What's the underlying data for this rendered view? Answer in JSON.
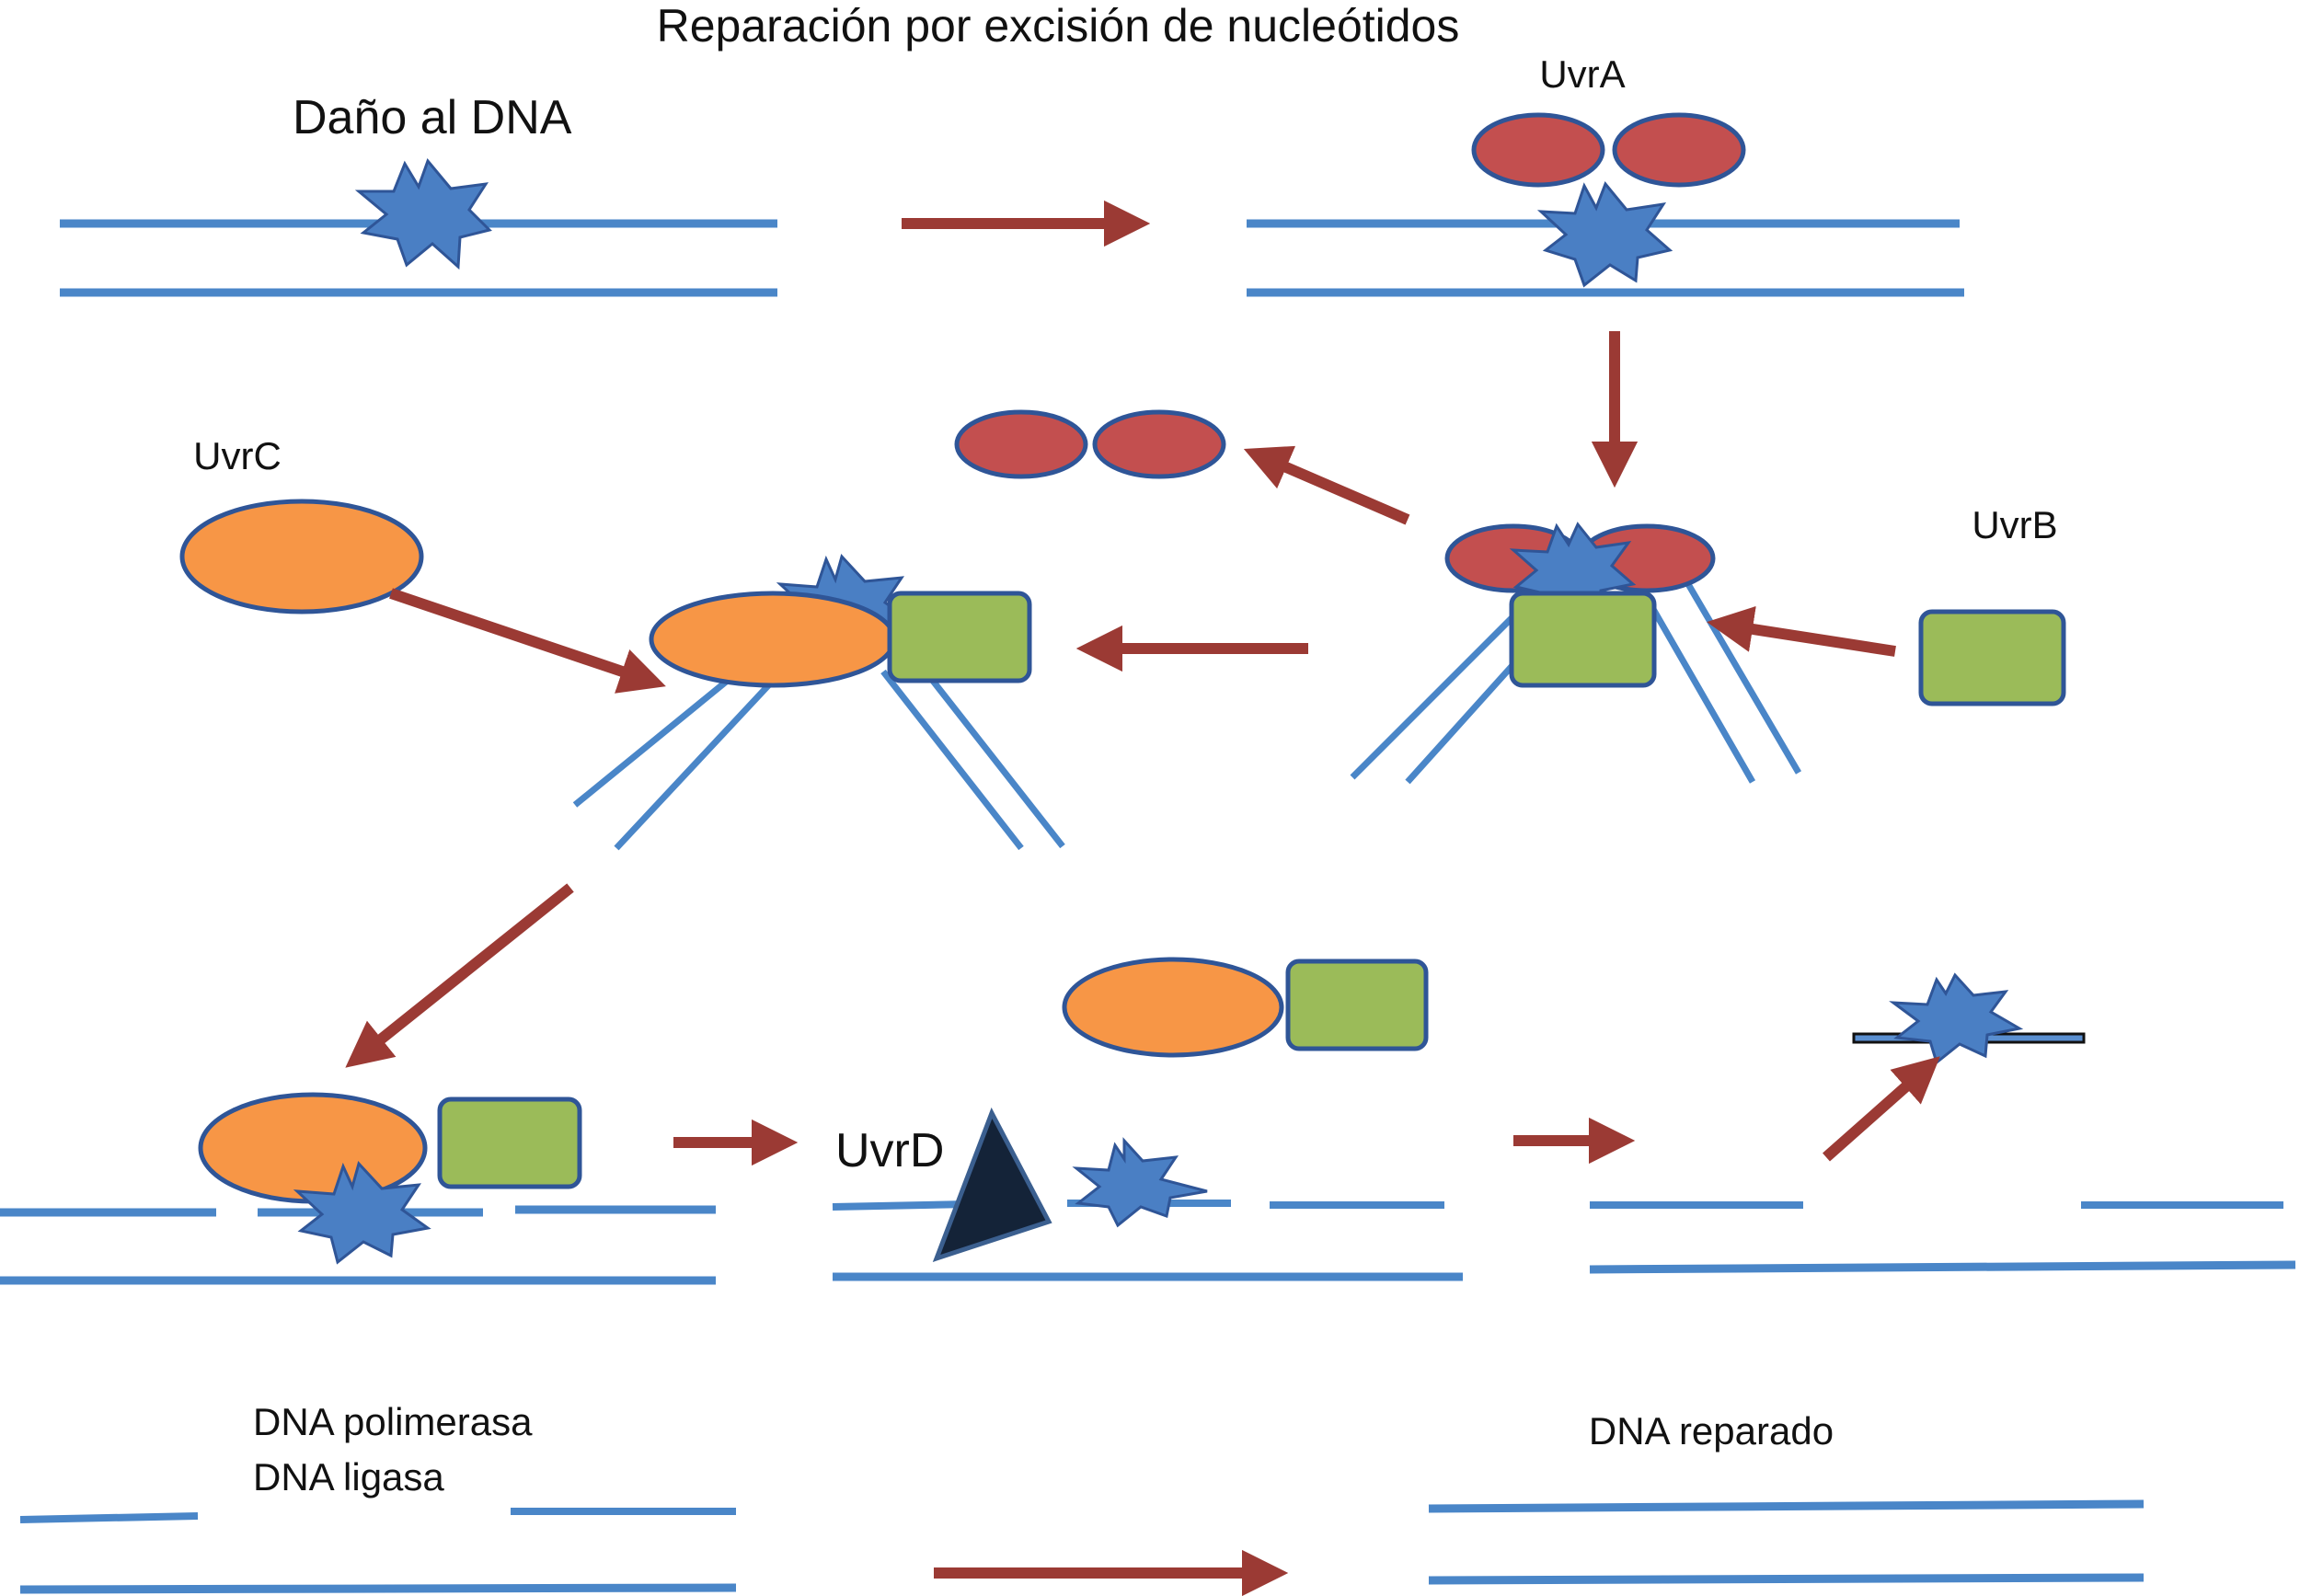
{
  "title": "Reparación por excisión de nucleótidos",
  "labels": {
    "damage": "Daño al DNA",
    "uvrA": "UvrA",
    "uvrB": "UvrB",
    "uvrC": "UvrC",
    "uvrD": "UvrD",
    "polymerase": "DNA polimerasa",
    "ligase": "DNA ligasa",
    "repaired": "DNA reparado"
  },
  "colors": {
    "dna_strand": "#4a86c8",
    "damage": "#4a7fc4",
    "uvrA": "#c34f4f",
    "uvrB": "#9bbb59",
    "uvrC": "#f79646",
    "uvrD": "#142338",
    "arrow": "#9b3a34",
    "outline": "#2f5597"
  }
}
